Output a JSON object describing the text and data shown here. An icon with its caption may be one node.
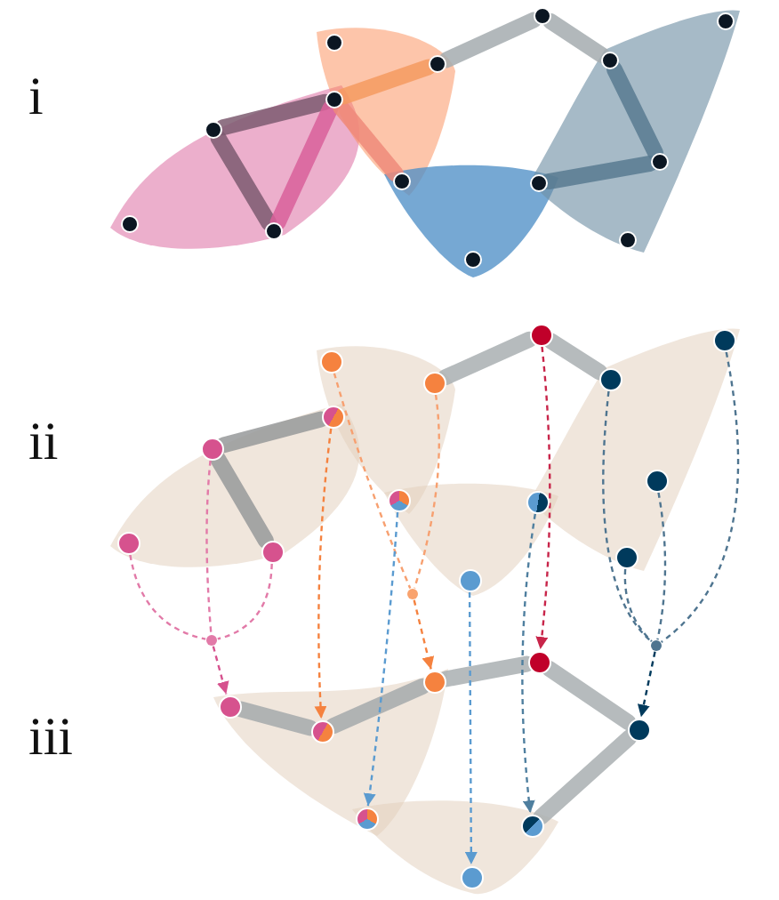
{
  "diagram": {
    "nodes": [
      {
        "text": [],
        "shape": "circle"
      },
      {
        "text": [],
        "shape": "circle"
      },
      {
        "text": [],
        "shape": "circle"
      },
      {
        "text": [],
        "shape": "circle"
      },
      {
        "text": [],
        "shape": "circle"
      },
      {
        "text": [],
        "shape": "circle"
      },
      {
        "text": [],
        "shape": "circle"
      },
      {
        "text": [],
        "shape": "circle"
      },
      {
        "text": [],
        "shape": "circle"
      },
      {
        "text": [],
        "shape": "circle"
      },
      {
        "text": [],
        "shape": "circle"
      },
      {
        "text": [],
        "shape": "circle"
      },
      {
        "text": [],
        "shape": "circle"
      },
      {
        "text": [],
        "shape": "circle"
      },
      {
        "text": [],
        "shape": "circle"
      },
      {
        "text": [],
        "shape": "circle"
      },
      {
        "text": [],
        "shape": "circle"
      },
      {
        "text": [],
        "shape": "circle"
      },
      {
        "text": [],
        "shape": "circle"
      },
      {
        "text": [],
        "shape": "circle"
      },
      {
        "text": [],
        "shape": "circle"
      },
      {
        "text": [],
        "shape": "circle"
      },
      {
        "text": [],
        "shape": "circle"
      },
      {
        "text": [],
        "shape": "circle"
      },
      {
        "text": [],
        "shape": "circle"
      },
      {
        "text": [],
        "shape": "circle"
      },
      {
        "text": [],
        "shape": "circle"
      },
      {
        "text": [],
        "shape": "circle"
      },
      {
        "text": [],
        "shape": "circle"
      },
      {
        "text": [],
        "shape": "circle"
      },
      {
        "text": [],
        "shape": "circle"
      },
      {
        "text": [],
        "shape": "circle"
      },
      {
        "text": [],
        "shape": "circle"
      },
      {
        "text": [],
        "shape": "circle"
      },
      {
        "text": [],
        "shape": "circle"
      },
      {
        "text": [],
        "shape": "circle"
      },
      {
        "text": [],
        "shape": "circle"
      },
      {
        "text": [],
        "shape": "circle"
      },
      {
        "text": [],
        "shape": "circle"
      }
    ],
    "edges": [
      {
        "from": 6,
        "to": 5,
        "arrow": "none",
        "color": "#7d5a70"
      },
      {
        "from": 6,
        "to": 11,
        "arrow": "none",
        "color": "#7d5a70"
      },
      {
        "from": 5,
        "to": 11,
        "arrow": "none",
        "color": "#d9609a"
      },
      {
        "from": 5,
        "to": 8,
        "arrow": "none",
        "color": "#ee8a7a"
      },
      {
        "from": 5,
        "to": 4,
        "arrow": "none",
        "color": "#f59a60"
      },
      {
        "from": 4,
        "to": 0,
        "arrow": "none",
        "color": "#a4abaf"
      },
      {
        "from": 0,
        "to": 3,
        "arrow": "none",
        "color": "#a4abaf"
      },
      {
        "from": 3,
        "to": 7,
        "arrow": "none",
        "color": "#587a91"
      },
      {
        "from": 7,
        "to": 9,
        "arrow": "none",
        "color": "#587a91"
      },
      {
        "from": 20,
        "to": 19,
        "arrow": "none",
        "color": "#96999a"
      },
      {
        "from": 20,
        "to": 25,
        "arrow": "none",
        "color": "#96999a"
      },
      {
        "from": 18,
        "to": 14,
        "arrow": "none",
        "color": "#a9afb2"
      },
      {
        "from": 14,
        "to": 17,
        "arrow": "none",
        "color": "#a9afb2"
      },
      {
        "from": 33,
        "to": 35,
        "arrow": "none",
        "color": "#a4a9ac"
      },
      {
        "from": 35,
        "to": 32,
        "arrow": "none",
        "color": "#a4a9ac"
      },
      {
        "from": 32,
        "to": 31,
        "arrow": "none",
        "color": "#a9afb2"
      },
      {
        "from": 31,
        "to": 34,
        "arrow": "none",
        "color": "#a9afb2"
      },
      {
        "from": 34,
        "to": 37,
        "arrow": "none",
        "color": "#a9afb2"
      },
      {
        "from": 24,
        "to": 29,
        "arrow": "none",
        "style": "dashed",
        "color": "#e27aa8"
      },
      {
        "from": 20,
        "to": 29,
        "arrow": "none",
        "style": "dashed",
        "color": "#e27aa8"
      },
      {
        "from": 25,
        "to": 29,
        "arrow": "none",
        "style": "dashed",
        "color": "#e27aa8"
      },
      {
        "from": 29,
        "to": 33,
        "arrow": "to",
        "style": "dashed",
        "color": "#d6528e"
      },
      {
        "from": 16,
        "to": 28,
        "arrow": "none",
        "style": "dashed",
        "color": "#f7a070"
      },
      {
        "from": 18,
        "to": 28,
        "arrow": "none",
        "style": "dashed",
        "color": "#f7a070"
      },
      {
        "from": 28,
        "to": 32,
        "arrow": "to",
        "style": "dashed",
        "color": "#f5823f"
      },
      {
        "from": 19,
        "to": 35,
        "arrow": "to",
        "style": "dashed",
        "color": "#f5823f"
      },
      {
        "from": 22,
        "to": 36,
        "arrow": "to",
        "style": "dashed",
        "color": "#5b9bd0"
      },
      {
        "from": 27,
        "to": 38,
        "arrow": "to",
        "style": "dashed",
        "color": "#5b9bd0"
      },
      {
        "from": 23,
        "to": 37,
        "arrow": "to",
        "style": "dashed",
        "color": "#4f7f9f"
      },
      {
        "from": 14,
        "to": 31,
        "arrow": "to",
        "style": "dashed",
        "color": "#c8254a"
      },
      {
        "from": 17,
        "to": 30,
        "arrow": "none",
        "style": "dashed",
        "color": "#4f7590"
      },
      {
        "from": 15,
        "to": 30,
        "arrow": "none",
        "style": "dashed",
        "color": "#4f7590"
      },
      {
        "from": 21,
        "to": 30,
        "arrow": "none",
        "style": "dashed",
        "color": "#4f7590"
      },
      {
        "from": 26,
        "to": 30,
        "arrow": "none",
        "style": "dashed",
        "color": "#4f7590"
      },
      {
        "from": 30,
        "to": 34,
        "arrow": "to",
        "style": "dashed",
        "color": "#003a5c"
      }
    ],
    "labels": [
      "i",
      "ii",
      "iii"
    ]
  }
}
